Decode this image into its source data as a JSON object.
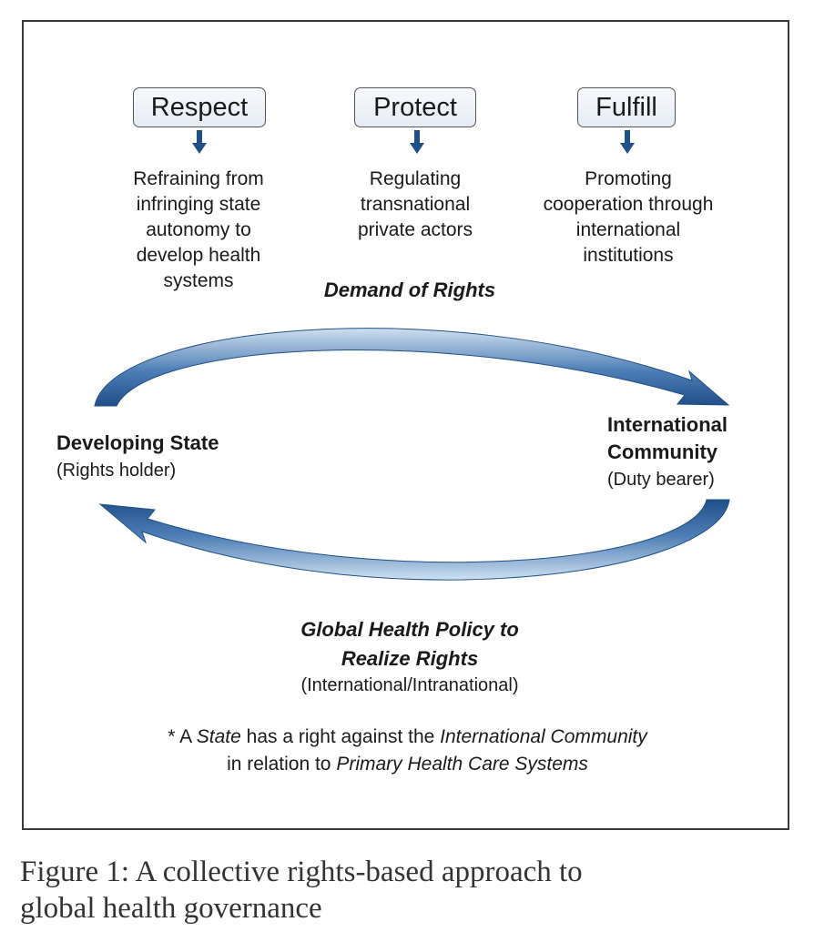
{
  "duties": [
    {
      "label": "Respect",
      "desc": [
        "Refraining from",
        "infringing state",
        "autonomy to",
        "develop health",
        "systems"
      ]
    },
    {
      "label": "Protect",
      "desc": [
        "Regulating",
        "transnational",
        "private actors"
      ]
    },
    {
      "label": "Fulfill",
      "desc": [
        "Promoting",
        "cooperation through",
        "international",
        "institutions"
      ]
    }
  ],
  "top_flow": "Demand of Rights",
  "left_node": {
    "title": "Developing State",
    "subtitle": "(Rights holder)"
  },
  "right_node": {
    "title_line1": "International",
    "title_line2": "Community",
    "subtitle": "(Duty bearer)"
  },
  "bottom_flow": {
    "line1": "Global Health Policy to",
    "line2": "Realize Rights",
    "sub": "(International/Intranational)"
  },
  "note": {
    "p1": "* A ",
    "state": "State",
    "p2": " has a right against the ",
    "intl": "International Community",
    "p3": "in relation to ",
    "phc": "Primary Health Care Systems"
  },
  "caption": {
    "line1": "Figure 1: A collective rights-based approach to",
    "line2": "global health governance"
  },
  "colors": {
    "arrow_dark": "#1f4f86",
    "arrow_light": "#cfe0f0",
    "pill_border": "#555555"
  }
}
